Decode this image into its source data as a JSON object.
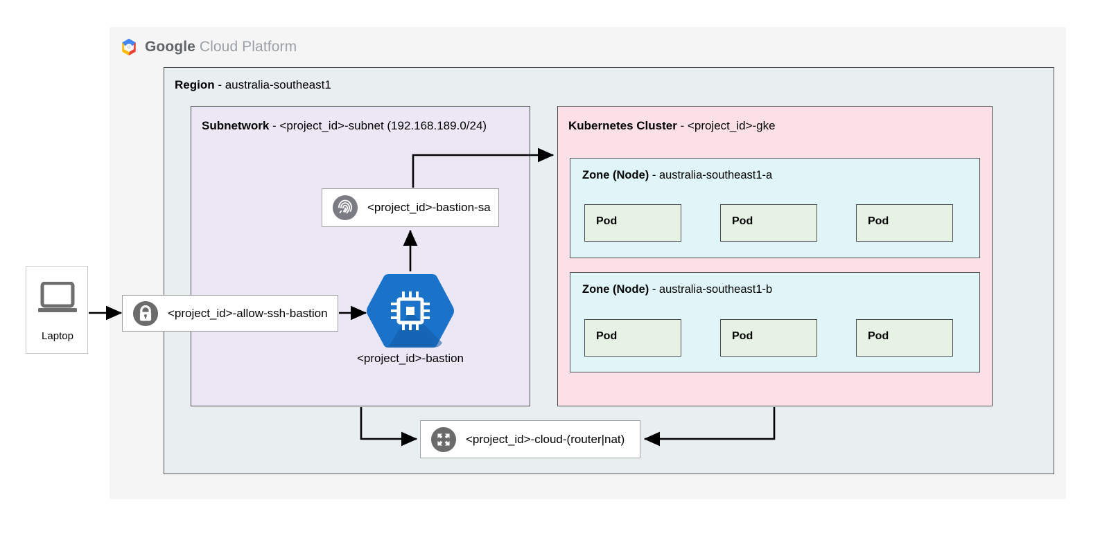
{
  "platform": {
    "logo_icon": "google-cloud-hexagon-logo",
    "wordmark_primary": "Google",
    "wordmark_secondary": "Cloud Platform",
    "background_color": "#f5f5f5"
  },
  "region": {
    "label_bold": "Region",
    "label_rest": " - australia-southeast1",
    "background_color": "#e9eef1"
  },
  "subnetwork": {
    "label_bold": "Subnetwork",
    "label_rest": " - <project_id>-subnet (192.168.189.0/24)",
    "background_color": "#ece7f5"
  },
  "cluster": {
    "label_bold": "Kubernetes Cluster",
    "label_rest": " - <project_id>-gke",
    "background_color": "#fbe0e7"
  },
  "zones": [
    {
      "label_bold": "Zone (Node)",
      "label_rest": " - australia-southeast1-a",
      "background_color": "#e0f5f7",
      "pods": [
        "Pod",
        "Pod",
        "Pod"
      ]
    },
    {
      "label_bold": "Zone (Node)",
      "label_rest": " - australia-southeast1-b",
      "background_color": "#e0f5f7",
      "pods": [
        "Pod",
        "Pod",
        "Pod"
      ]
    }
  ],
  "nodes": {
    "laptop": {
      "label": "Laptop",
      "icon": "laptop-icon",
      "icon_color": "#6e6e6e"
    },
    "firewall_rule": {
      "label": "<project_id>-allow-ssh-bastion",
      "icon": "lock-icon",
      "icon_color": "#6b6b6b"
    },
    "service_account": {
      "label": "<project_id>-bastion-sa",
      "icon": "fingerprint-icon",
      "icon_color": "#7b7b84"
    },
    "bastion": {
      "label": "<project_id>-bastion",
      "icon": "compute-engine-chip-icon",
      "fill_color": "#1a73c8",
      "shadow_color": "#1259a8"
    },
    "router_nat": {
      "label": "<project_id>-cloud-(router|nat)",
      "icon": "cloud-router-nat-expand-icon",
      "icon_color": "#6b6b6b"
    }
  },
  "connections": [
    {
      "from": "laptop",
      "to": "firewall_rule"
    },
    {
      "from": "firewall_rule",
      "to": "bastion"
    },
    {
      "from": "bastion",
      "to": "service_account"
    },
    {
      "from": "service_account",
      "to": "cluster"
    },
    {
      "from": "subnetwork",
      "to": "router_nat"
    },
    {
      "from": "cluster",
      "to": "router_nat"
    }
  ],
  "colors": {
    "stroke": "#4d4d4d",
    "arrow": "#000000",
    "pod_fill": "#e6f2e3"
  }
}
